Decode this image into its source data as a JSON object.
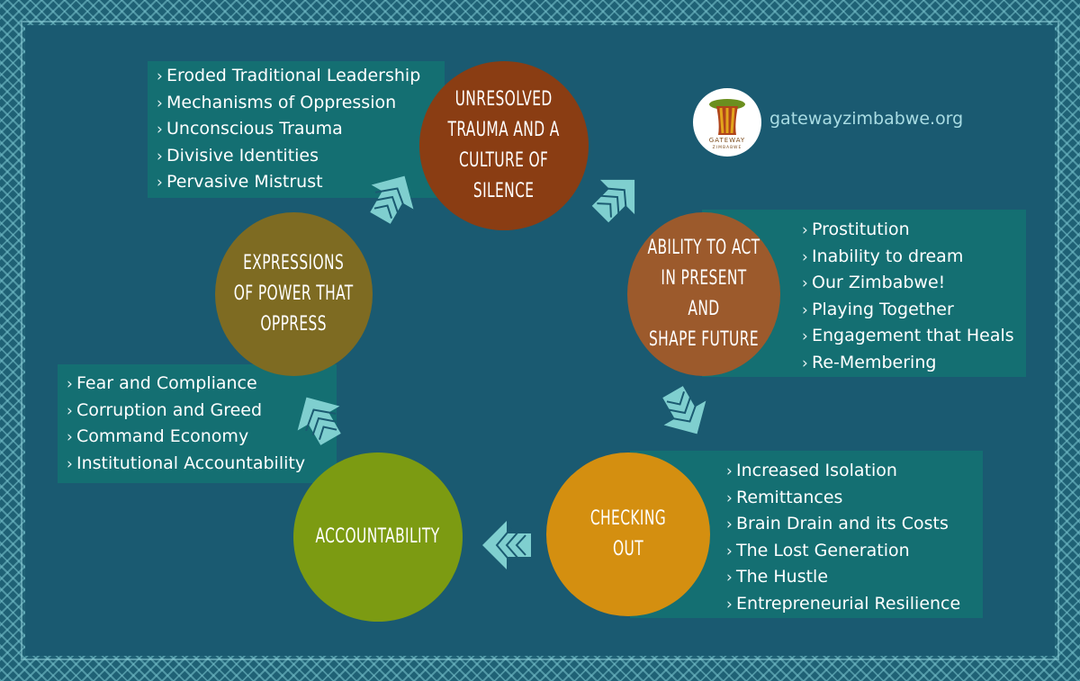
{
  "colors": {
    "background": "#1a5a71",
    "box": "#146f72",
    "trauma": "#8a3d13",
    "ability": "#9c5a2c",
    "checking": "#d48f10",
    "accountability": "#7c9b12",
    "expressions": "#7e6b22",
    "arrow": "#7fcfcf"
  },
  "header": {
    "logo_text_top": "GATEWAY",
    "logo_text_bottom": "ZIMBABWE",
    "website": "gatewayzimbabwe.org"
  },
  "nodes": {
    "trauma": {
      "label": "Unresolved\nTrauma and a\nCulture of\nSilence"
    },
    "ability": {
      "label": "Ability to Act\nin Present and\nShape Future"
    },
    "checking": {
      "label": "Checking\nOut"
    },
    "accountability": {
      "label": "Accountability"
    },
    "expressions": {
      "label": "Expressions\nof Power that\nOppress"
    }
  },
  "lists": {
    "trauma": [
      "Eroded Traditional Leadership",
      "Mechanisms of Oppression",
      "Unconscious Trauma",
      "Divisive Identities",
      "Pervasive Mistrust"
    ],
    "ability": [
      "Prostitution",
      "Inability to dream",
      "Our Zimbabwe!",
      "Playing Together",
      "Engagement that Heals",
      "Re-Membering"
    ],
    "checking": [
      "Increased Isolation",
      "Remittances",
      "Brain Drain and its Costs",
      "The Lost Generation",
      "The Hustle",
      "Entrepreneurial Resilience"
    ],
    "accountability": [
      "Fear and Compliance",
      "Corruption and Greed",
      "Command Economy",
      "Institutional Accountability"
    ]
  }
}
